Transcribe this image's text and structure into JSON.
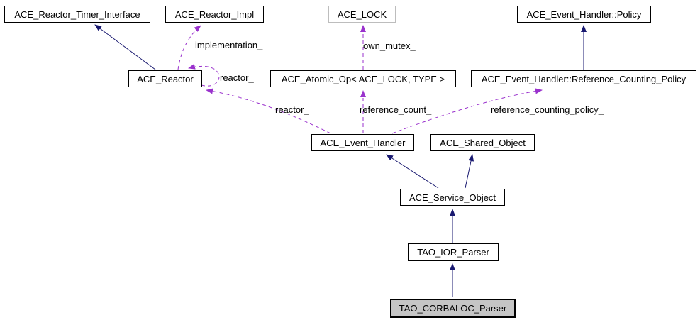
{
  "diagram": {
    "type": "class-collaboration-diagram",
    "colors": {
      "inheritance_edge": "#191970",
      "usage_edge": "#9a32cd",
      "node_border": "#000000",
      "undocumented_node_border": "#bdbdbd",
      "highlight_node_fill": "#c5c5c5",
      "node_fill": "#ffffff"
    },
    "nodes": {
      "reactor_timer_interface": {
        "label": "ACE_Reactor_Timer_Interface"
      },
      "reactor_impl": {
        "label": "ACE_Reactor_Impl"
      },
      "ace_lock": {
        "label": "ACE_LOCK"
      },
      "policy": {
        "label": "ACE_Event_Handler::Policy"
      },
      "reactor": {
        "label": "ACE_Reactor"
      },
      "atomic_op": {
        "label": "ACE_Atomic_Op< ACE_LOCK, TYPE >"
      },
      "ref_counting_policy": {
        "label": "ACE_Event_Handler::Reference_Counting_Policy"
      },
      "event_handler": {
        "label": "ACE_Event_Handler"
      },
      "shared_object": {
        "label": "ACE_Shared_Object"
      },
      "service_object": {
        "label": "ACE_Service_Object"
      },
      "ior_parser": {
        "label": "TAO_IOR_Parser"
      },
      "corbaloc_parser": {
        "label": "TAO_CORBALOC_Parser"
      }
    },
    "edge_labels": {
      "implementation": "implementation_",
      "own_mutex": "own_mutex_",
      "reactor_self": "reactor_",
      "reactor_usage": "reactor_",
      "reference_count": "reference_count_",
      "reference_counting_policy": "reference_counting_policy_"
    }
  }
}
